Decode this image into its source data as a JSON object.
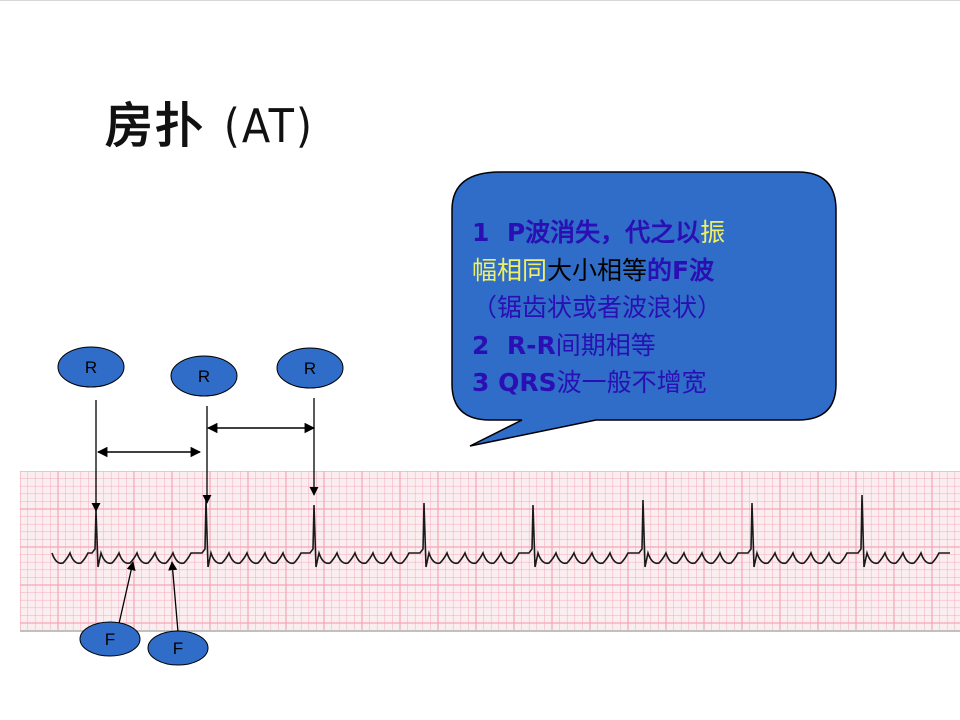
{
  "slide": {
    "title_main": "房扑",
    "title_paren_open": "(",
    "title_abbr": "AT",
    "title_paren_close": ")"
  },
  "callout": {
    "line1_num": "1",
    "line1_a": "P波消失，代之以",
    "line1_b": "振",
    "line2_a": "幅相同",
    "line2_b": "大小相等",
    "line2_c": "的F波",
    "line3": "（锯齿状或者波浪状）",
    "line4_num": "2",
    "line4_a": "R-R",
    "line4_b": "间期相等",
    "line5_a": "3 QRS",
    "line5_b": "波一般不增宽",
    "colors": {
      "fill": "#2f6dc8",
      "primary_text": "#2a0fb5",
      "highlight_text": "#f0f066"
    }
  },
  "ecg_labels": {
    "r_labels": [
      "R",
      "R",
      "R"
    ],
    "f_labels": [
      "F",
      "F"
    ],
    "colors": {
      "grid": "#f2a6b4",
      "trace": "#1a1a1a",
      "label_fill": "#2f6dc8"
    }
  }
}
